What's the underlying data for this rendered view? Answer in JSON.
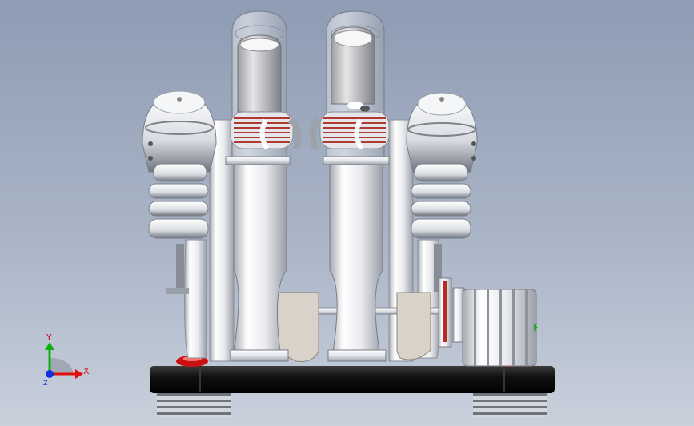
{
  "viewport": {
    "background_top": "#8e9cb4",
    "background_bottom": "#c9d0dc"
  },
  "model": {
    "description_icons": [
      "cylinder-glass",
      "heater-coil",
      "piston-rod",
      "cooling-fins",
      "flywheel",
      "crankshaft",
      "base-plate"
    ],
    "colors": {
      "metal": "#f0f1f3",
      "dark_metal": "#8d9098",
      "base": "#151515",
      "coil": "#b03a32",
      "bolt": "#cc1111",
      "bracket": "#d9d2c8"
    }
  },
  "triad": {
    "y_label": "Y",
    "x_label": "X",
    "z_label": "Z",
    "x_color": "#e01010",
    "y_color": "#10b010",
    "z_color": "#1030e0"
  }
}
